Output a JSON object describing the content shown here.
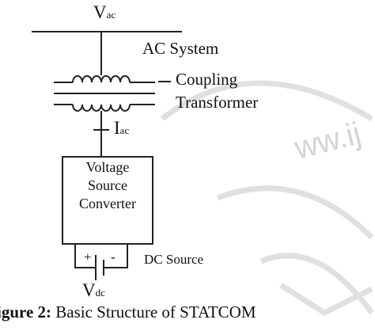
{
  "labels": {
    "vac_main": "V",
    "vac_sub": "ac",
    "ac_system": "AC System",
    "coupling": "Coupling",
    "transformer": "Transformer",
    "iac_main": "I",
    "iac_sub": "ac",
    "converter_line1": "Voltage",
    "converter_line2": "Source",
    "converter_line3": "Converter",
    "plus": "+",
    "minus": "-",
    "dc_source": "DC Source",
    "vdc_main": "V",
    "vdc_sub": "dc",
    "watermark": "ww.ij"
  },
  "caption": {
    "prefix": "igure 2:",
    "text": " Basic Structure of STATCOM"
  },
  "colors": {
    "line": "#222222",
    "watermark": "#d4d4d4"
  }
}
